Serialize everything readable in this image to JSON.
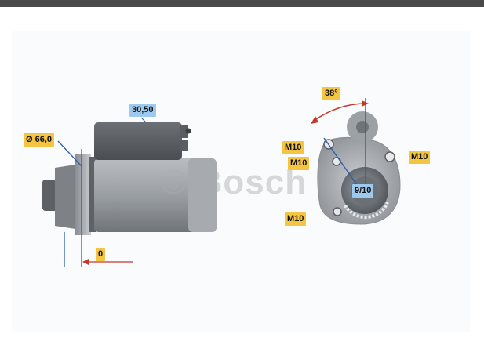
{
  "watermark": "© Bosch",
  "side_view": {
    "diameter_label": "Ø 66,0",
    "width_label": "30,50",
    "offset_label": "0"
  },
  "front_view": {
    "angle_label": "38°",
    "pinion_label": "9/10",
    "thread_top_left_1": "M10",
    "thread_top_left_2": "M10",
    "thread_right": "M10",
    "thread_bottom_left": "M10"
  },
  "colors": {
    "label_yellow": "#f4c542",
    "label_blue": "#9ec9ee",
    "dimension_blue": "#2d5fa8",
    "dimension_red": "#c0392b",
    "body_gray": "#8e9398"
  }
}
